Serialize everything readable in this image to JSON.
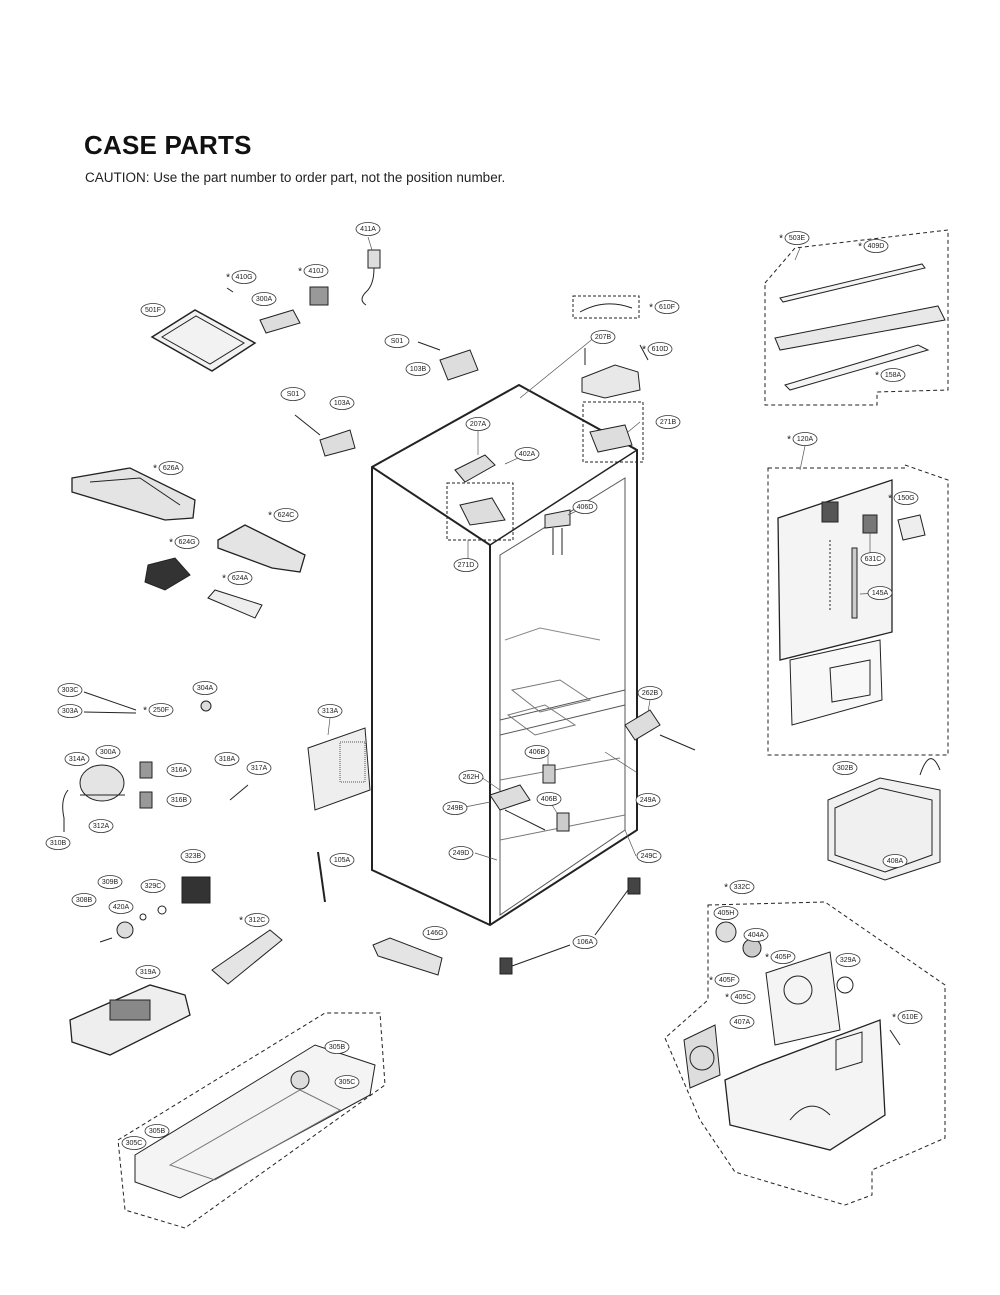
{
  "title": "CASE PARTS",
  "caution": "CAUTION: Use the part number to order part, not the position number.",
  "marker_symbol": "*",
  "parts": [
    {
      "id": "411A",
      "starred": false
    },
    {
      "id": "410G",
      "starred": true
    },
    {
      "id": "410J",
      "starred": true
    },
    {
      "id": "300A",
      "starred": false
    },
    {
      "id": "501F",
      "starred": false
    },
    {
      "id": "S01",
      "starred": false
    },
    {
      "id": "103B",
      "starred": false
    },
    {
      "id": "S01",
      "starred": false
    },
    {
      "id": "103A",
      "starred": false
    },
    {
      "id": "626A",
      "starred": true
    },
    {
      "id": "624C",
      "starred": true
    },
    {
      "id": "624G",
      "starred": true
    },
    {
      "id": "624A",
      "starred": true
    },
    {
      "id": "610F",
      "starred": true
    },
    {
      "id": "207B",
      "starred": false
    },
    {
      "id": "610D",
      "starred": true
    },
    {
      "id": "207A",
      "starred": false
    },
    {
      "id": "402A",
      "starred": false
    },
    {
      "id": "271B",
      "starred": false
    },
    {
      "id": "406D",
      "starred": false
    },
    {
      "id": "271D",
      "starred": false
    },
    {
      "id": "503E",
      "starred": true
    },
    {
      "id": "409D",
      "starred": true
    },
    {
      "id": "158A",
      "starred": true
    },
    {
      "id": "120A",
      "starred": true
    },
    {
      "id": "150G",
      "starred": true
    },
    {
      "id": "631C",
      "starred": false
    },
    {
      "id": "145A",
      "starred": false
    },
    {
      "id": "303C",
      "starred": false
    },
    {
      "id": "303A",
      "starred": false
    },
    {
      "id": "304A",
      "starred": false
    },
    {
      "id": "250F",
      "starred": true
    },
    {
      "id": "313A",
      "starred": false
    },
    {
      "id": "262B",
      "starred": false
    },
    {
      "id": "314A",
      "starred": false
    },
    {
      "id": "300A",
      "starred": false
    },
    {
      "id": "316A",
      "starred": false
    },
    {
      "id": "316B",
      "starred": false
    },
    {
      "id": "318A",
      "starred": false
    },
    {
      "id": "317A",
      "starred": false
    },
    {
      "id": "312A",
      "starred": false
    },
    {
      "id": "310B",
      "starred": false
    },
    {
      "id": "406B",
      "starred": false
    },
    {
      "id": "262H",
      "starred": false
    },
    {
      "id": "249B",
      "starred": false
    },
    {
      "id": "406B",
      "starred": false
    },
    {
      "id": "249A",
      "starred": false
    },
    {
      "id": "249D",
      "starred": false
    },
    {
      "id": "249C",
      "starred": false
    },
    {
      "id": "302B",
      "starred": false
    },
    {
      "id": "408A",
      "starred": false
    },
    {
      "id": "323B",
      "starred": false
    },
    {
      "id": "105A",
      "starred": false
    },
    {
      "id": "309B",
      "starred": false
    },
    {
      "id": "329C",
      "starred": false
    },
    {
      "id": "308B",
      "starred": false
    },
    {
      "id": "420A",
      "starred": false
    },
    {
      "id": "312C",
      "starred": true
    },
    {
      "id": "146G",
      "starred": false
    },
    {
      "id": "106A",
      "starred": false
    },
    {
      "id": "332C",
      "starred": true
    },
    {
      "id": "405H",
      "starred": false
    },
    {
      "id": "404A",
      "starred": false
    },
    {
      "id": "405P",
      "starred": true
    },
    {
      "id": "405F",
      "starred": true
    },
    {
      "id": "329A",
      "starred": false
    },
    {
      "id": "405C",
      "starred": true
    },
    {
      "id": "610E",
      "starred": true
    },
    {
      "id": "407A",
      "starred": false
    },
    {
      "id": "319A",
      "starred": false
    },
    {
      "id": "305B",
      "starred": false
    },
    {
      "id": "305C",
      "starred": false
    },
    {
      "id": "305B",
      "starred": false
    },
    {
      "id": "305C",
      "starred": false
    }
  ]
}
